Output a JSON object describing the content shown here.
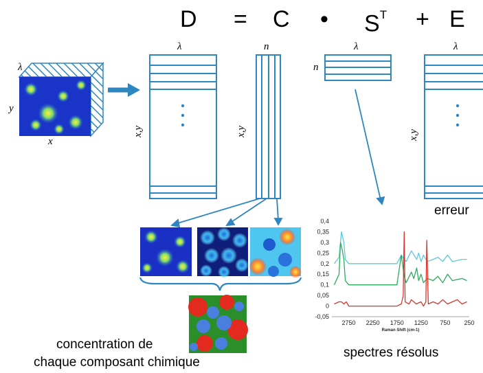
{
  "equation": {
    "d": "D",
    "equals": "=",
    "c": "C",
    "dot": "•",
    "s": "S",
    "s_sup": "T",
    "plus": "+",
    "e": "E"
  },
  "cube_labels": {
    "lambda": "λ",
    "y": "y",
    "x": "x"
  },
  "matrix_labels": {
    "d_top": "λ",
    "d_side": "x,y",
    "c_top": "n",
    "c_side": "x,y",
    "s_top": "λ",
    "s_side": "n",
    "e_top": "λ",
    "e_side": "x,y"
  },
  "captions": {
    "erreur": "erreur",
    "concentration_line1": "concentration de",
    "concentration_line2": "chaque composant chimique",
    "spectres": "spectres résolus"
  },
  "colors": {
    "matrix_blue": "#2e86c1",
    "cyan_spectrum": "#5bc8d8",
    "green_spectrum": "#2eaa5c",
    "red_spectrum": "#d9342b"
  },
  "chart_data": {
    "type": "line",
    "xlabel": "Raman Shift (cm-1)",
    "ylabel": "",
    "x_reversed": true,
    "xlim": [
      3100,
      250
    ],
    "ylim": [
      -0.05,
      0.4
    ],
    "xticks": [
      "2750",
      "2250",
      "1750",
      "1250",
      "750",
      "250"
    ],
    "xtick_values": [
      2750,
      2250,
      1750,
      1250,
      750,
      250
    ],
    "yticks": [
      "0,4",
      "0,35",
      "0,3",
      "0,25",
      "0,2",
      "0,15",
      "0,1",
      "0,05",
      "0",
      "-0,05"
    ],
    "ytick_values": [
      0.4,
      0.35,
      0.3,
      0.25,
      0.2,
      0.15,
      0.1,
      0.05,
      0,
      -0.05
    ],
    "series": [
      {
        "color": "#5bc8d8",
        "x": [
          3050,
          2950,
          2900,
          2870,
          2850,
          2820,
          2750,
          2250,
          1750,
          1660,
          1600,
          1560,
          1450,
          1340,
          1300,
          1250,
          1200,
          1120,
          1000,
          900,
          800,
          700,
          600,
          400,
          300
        ],
        "y": [
          0.2,
          0.23,
          0.35,
          0.32,
          0.3,
          0.22,
          0.2,
          0.2,
          0.2,
          0.24,
          0.22,
          0.21,
          0.26,
          0.22,
          0.25,
          0.21,
          0.24,
          0.21,
          0.22,
          0.23,
          0.21,
          0.24,
          0.21,
          0.22,
          0.22
        ]
      },
      {
        "color": "#2eaa5c",
        "x": [
          3050,
          2950,
          2920,
          2880,
          2850,
          2820,
          2750,
          2250,
          1750,
          1660,
          1600,
          1560,
          1450,
          1400,
          1340,
          1300,
          1250,
          1200,
          1120,
          1000,
          900,
          800,
          700,
          600,
          400,
          300
        ],
        "y": [
          0.1,
          0.15,
          0.3,
          0.26,
          0.22,
          0.12,
          0.1,
          0.1,
          0.1,
          0.24,
          0.14,
          0.11,
          0.16,
          0.13,
          0.18,
          0.12,
          0.15,
          0.11,
          0.13,
          0.12,
          0.14,
          0.11,
          0.15,
          0.12,
          0.13,
          0.12
        ]
      },
      {
        "color": "#d9342b",
        "x": [
          3050,
          2950,
          2900,
          2850,
          2800,
          2750,
          2250,
          1750,
          1660,
          1620,
          1600,
          1580,
          1500,
          1450,
          1350,
          1250,
          1200,
          1150,
          1130,
          1100,
          1000,
          900,
          800,
          700,
          600,
          500,
          400,
          300
        ],
        "y": [
          0.01,
          0.02,
          0.02,
          0.01,
          0.02,
          0.0,
          0.0,
          0.0,
          0.01,
          0.05,
          0.35,
          0.02,
          0.01,
          0.03,
          0.01,
          0.02,
          0.0,
          0.02,
          0.31,
          0.01,
          0.02,
          0.01,
          0.03,
          0.01,
          0.02,
          0.03,
          0.01,
          0.02
        ]
      }
    ]
  }
}
